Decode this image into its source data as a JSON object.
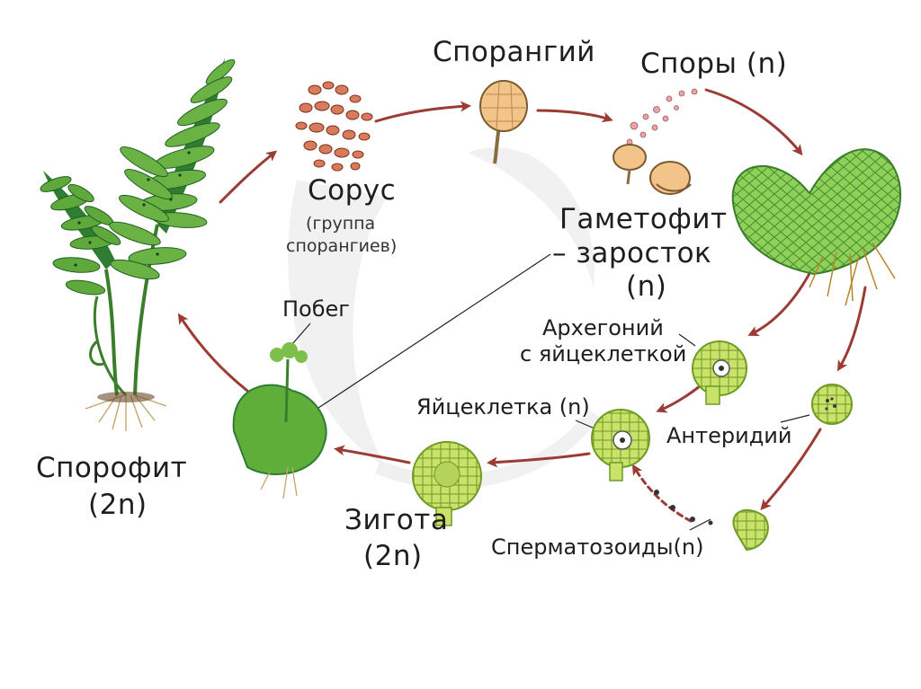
{
  "labels": {
    "sporangium": "Спорангий",
    "spores": "Споры (n)",
    "sorus": "Сорус",
    "sorus_note_1": "(группа",
    "sorus_note_2": "спорангиев)",
    "gametophyte_1": "Гаметофит",
    "gametophyte_2": "– заросток",
    "gametophyte_3": "(n)",
    "shoot": "Побег",
    "archegonium_1": "Архегоний",
    "archegonium_2": "с яйцеклеткой",
    "egg_cell": "Яйцеклетка (n)",
    "antheridium": "Антеридий",
    "sporophyte_1": "Спорофит",
    "sporophyte_2": "(2n)",
    "zygote_1": "Зигота",
    "zygote_2": "(2n)",
    "sperm": "Сперматозоиды(n)"
  },
  "colors": {
    "arrow": "#9b3b33",
    "leaf_dark": "#2e7d32",
    "leaf_light": "#7cbf4a",
    "thallus": "#8fcf5a",
    "cell_green": "#c9e36a",
    "sorus": "#d97a5a",
    "sporangium": "#f2c48a"
  },
  "icons": [
    "fern-sporophyte-icon",
    "sorus-icon",
    "sporangium-icon",
    "spores-icon",
    "gametophyte-icon",
    "archegonium-icon",
    "antheridium-icon",
    "zygote-icon",
    "sperm-icon",
    "young-shoot-icon"
  ]
}
